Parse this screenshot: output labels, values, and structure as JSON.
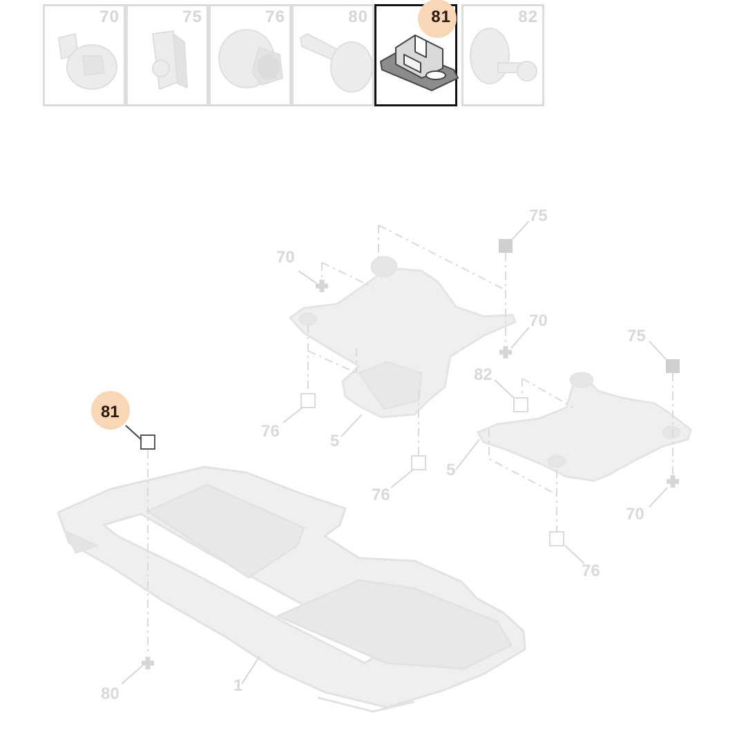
{
  "thumbnails": [
    {
      "ref": "70",
      "icon": "screw-icon",
      "selected": false
    },
    {
      "ref": "75",
      "icon": "clip-nut-icon",
      "selected": false
    },
    {
      "ref": "76",
      "icon": "nut-icon",
      "selected": false
    },
    {
      "ref": "80",
      "icon": "rivet-icon",
      "selected": false
    },
    {
      "ref": "81",
      "icon": "bracket-clip-icon",
      "selected": true
    },
    {
      "ref": "82",
      "icon": "push-pin-icon",
      "selected": false
    }
  ],
  "callouts": {
    "c81": "81",
    "c80": "80",
    "c1": "1",
    "c70a": "70",
    "c75a": "75",
    "c70b": "70",
    "c76a": "76",
    "c5a": "5",
    "c76b": "76",
    "c82": "82",
    "c75b": "75",
    "c5b": "5",
    "c70c": "70",
    "c76c": "76"
  },
  "colors": {
    "highlight": "#f8d7b6",
    "selected_border": "#111111",
    "muted": "#d9d9d9",
    "part_fill": "#efefef"
  }
}
